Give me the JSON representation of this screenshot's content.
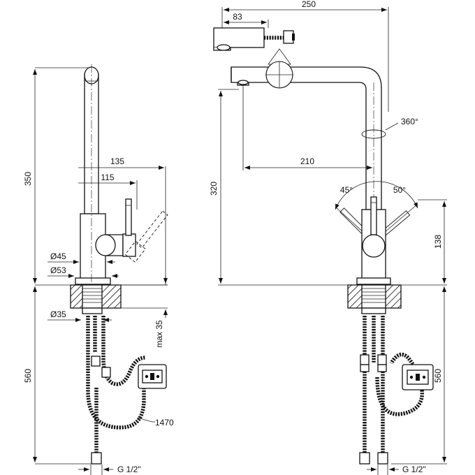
{
  "dimensions": {
    "left_height_total": "350",
    "left_height_lower": "560",
    "left_reach_outer": "135",
    "left_reach_inner": "115",
    "left_diam_base": "Ø45",
    "left_diam_flange": "Ø53",
    "left_diam_mount": "Ø35",
    "left_max_thickness": "max 35",
    "left_hose_length": "1470",
    "left_connector": "G 1/2\"",
    "right_spout_head": "83",
    "right_overall_width": "250",
    "right_swivel": "360°",
    "right_reach": "210",
    "right_height": "320",
    "right_angle_left": "45°",
    "right_angle_right": "50°",
    "right_lever_height": "138",
    "right_height_lower": "560",
    "right_connector": "G 1/2\""
  },
  "colors": {
    "line": "#111111",
    "background": "#ffffff"
  }
}
